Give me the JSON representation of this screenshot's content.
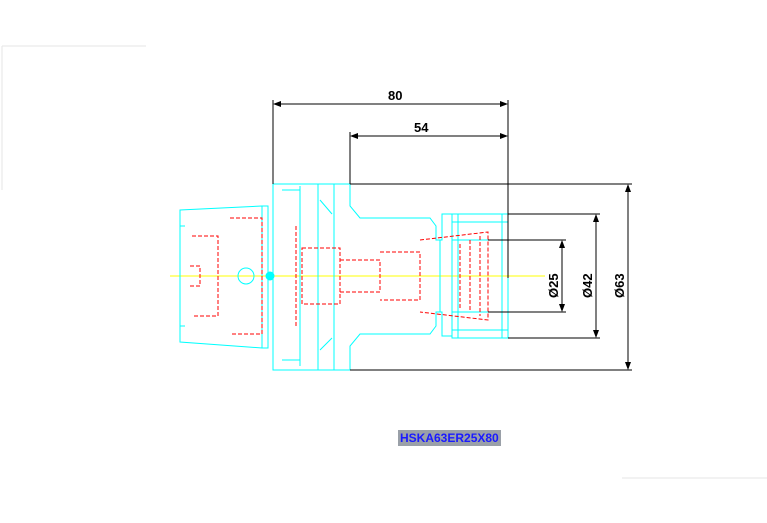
{
  "drawing": {
    "dimensions": {
      "length_overall": "80",
      "length_nose": "54",
      "diameter_collet": "Ø25",
      "diameter_nut": "Ø42",
      "diameter_flange": "Ø63"
    },
    "model_label": "HSKA63ER25X80",
    "colors": {
      "outline": "#00ffff",
      "hidden": "#ff0000",
      "centerline": "#ffff00",
      "dimension": "#000000",
      "label_bg": "#9aa0a8",
      "label_text": "#1a1aff"
    }
  }
}
